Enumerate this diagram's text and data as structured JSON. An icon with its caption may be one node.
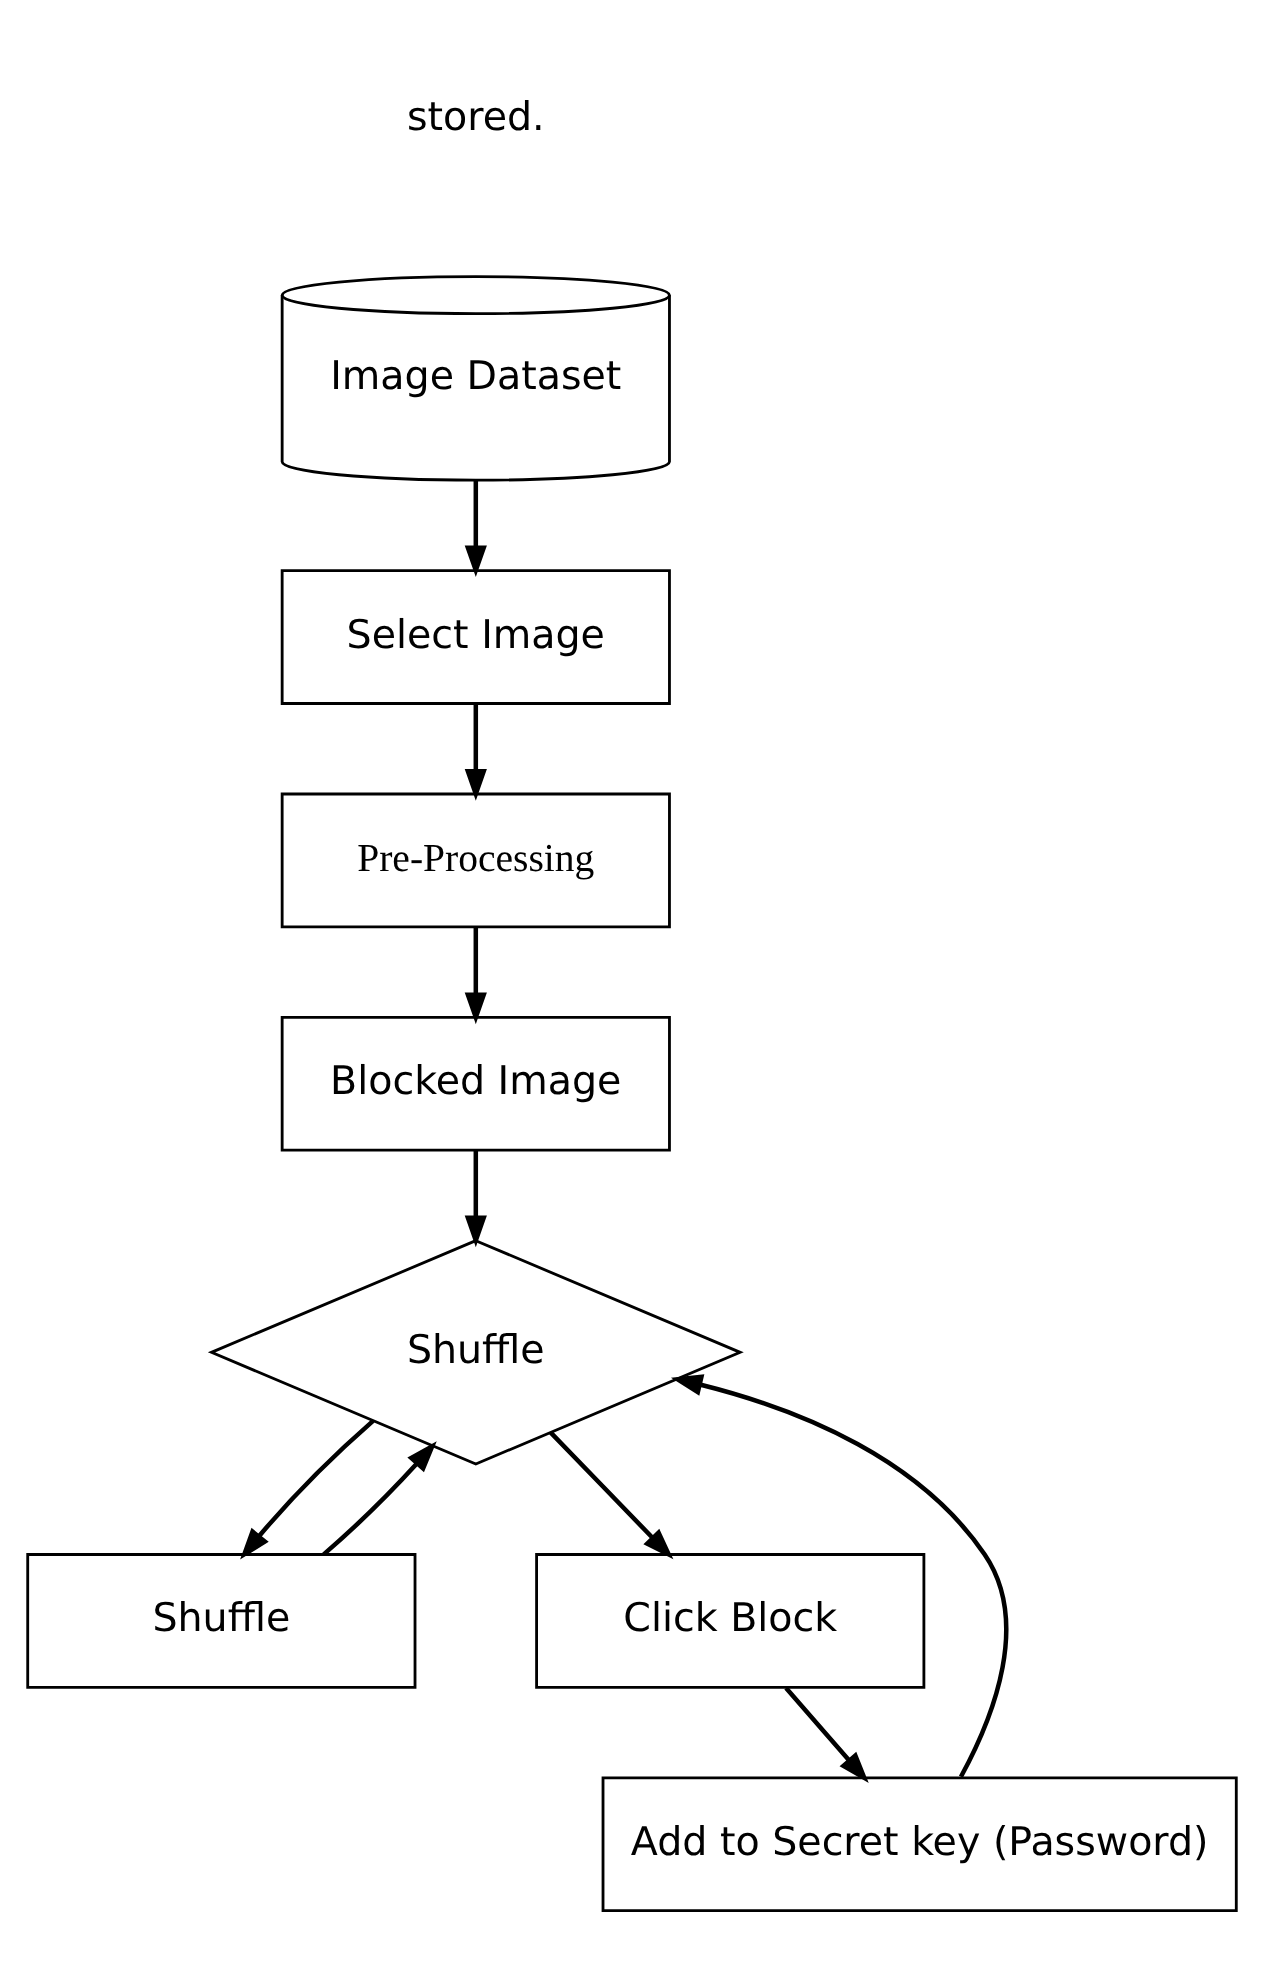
{
  "diagram": {
    "nodes": [
      {
        "text": [
          "Image Dataset"
        ]
      },
      {
        "text": [
          "Select Image"
        ]
      },
      {
        "text": [
          "Pre-Processing"
        ]
      },
      {
        "text": [
          "Blocked Image"
        ]
      },
      {
        "text": [
          "Shuffle"
        ]
      },
      {
        "text": [
          "Shuffle"
        ]
      },
      {
        "text": [
          "Click Block"
        ]
      },
      {
        "text": [
          "Add to Secret key (Password)"
        ]
      }
    ],
    "edges": [
      {
        "from": 0,
        "to": 1,
        "arrow": "to"
      },
      {
        "from": 1,
        "to": 2,
        "arrow": "to"
      },
      {
        "from": 2,
        "to": 3,
        "arrow": "to"
      },
      {
        "from": 3,
        "to": 4,
        "arrow": "to"
      },
      {
        "from": 4,
        "to": 5,
        "arrow": "to"
      },
      {
        "from": 4,
        "to": 6,
        "arrow": "to"
      },
      {
        "from": 5,
        "to": 4,
        "arrow": "to"
      },
      {
        "from": 7,
        "to": 4,
        "arrow": "to"
      },
      {
        "from": 6,
        "to": 7,
        "arrow": "to"
      }
    ],
    "labels": [
      "stored."
    ]
  }
}
